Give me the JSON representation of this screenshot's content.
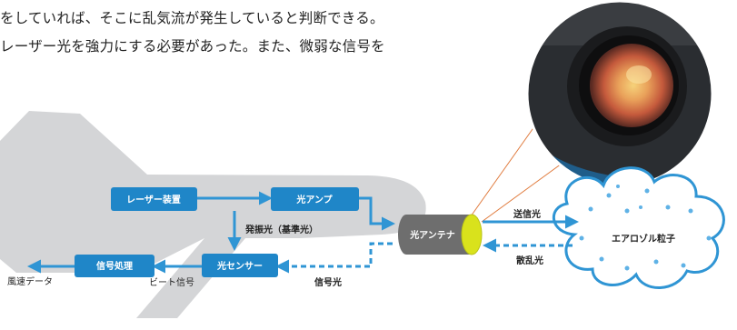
{
  "text": {
    "line1": "をしていれば、そこに乱気流が発生していると判断できる。",
    "line2": "レーザー光を強力にする必要があった。また、微弱な信号を"
  },
  "diagram": {
    "laser_device": "レーザー装置",
    "optical_amp": "光アンプ",
    "oscillation_light": "発振光（基準光）",
    "optical_antenna": "光アンテナ",
    "optical_sensor": "光センサー",
    "signal_processing": "信号処理",
    "beat_signal": "ビート信号",
    "wind_data": "風速データ",
    "signal_light": "信号光",
    "transmit_light": "送信光",
    "scattered_light": "散乱光",
    "aerosol": "エアロゾル粒子"
  },
  "colors": {
    "box_blue": "#1f86c8",
    "arrow_blue": "#2f95d4",
    "plane_gray": "#d4d5d7",
    "antenna_gray": "#6e6e6e",
    "lens_yellow": "#d9e21c",
    "cloud_dot": "#5fb2e6",
    "beam_orange": "#e07a3c"
  }
}
